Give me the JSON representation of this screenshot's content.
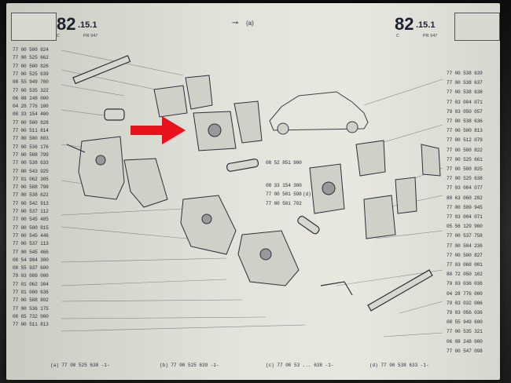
{
  "header": {
    "left_number": "82",
    "left_suffix": ".15.1",
    "left_sub1": "C",
    "left_sub2": "PR 947",
    "center_symbol": "(a)",
    "right_number": "82",
    "right_suffix": ".15.1",
    "right_sub1": "C",
    "right_sub2": "PR 947"
  },
  "left_parts": [
    "77 00 500 824",
    "77 00 525 662",
    "77 00 500 826",
    "77 00 525 639",
    "08 55 949 700",
    "77 00 535 322",
    "06 08 248 000",
    "04 28 776 100",
    "08 33 154 400",
    "77 00 500 828",
    "77 00 511 814",
    "77 00 500 803",
    "77 00 536 176",
    "77 00 508 799",
    "77 00 538 633",
    "77 00 543 925",
    "77 01 062 305",
    "77 00 508 798",
    "77 00 538 622",
    "77 00 542 913",
    "77 00 537 112",
    "77 00 545 485",
    "77 00 500 815",
    "77 00 545 446",
    "77 00 537 113",
    "77 00 545 466",
    "08 54 984 300",
    "08 55 937 600",
    "79 03 009 000",
    "77 01 062 304",
    "77 01 000 636",
    "77 00 508 802",
    "77 00 536 175",
    "08 65 732 000",
    "77 00 511 813"
  ],
  "center_parts": [
    "08 52 851 900",
    "08 33 154 300",
    "77 00 501 598",
    "(d)",
    "77 00 501 702"
  ],
  "right_parts": [
    "77 00 538 639",
    "77 00 538 637",
    "77 00 538 638",
    "77 03 004 071",
    "79 03 050 057",
    "77 00 538 636",
    "77 00 500 813",
    "77 00 512 079",
    "77 00 500 822",
    "77 00 525 661",
    "77 00 500 825",
    "77 00 525 638",
    "77 03 004 077",
    "80 63 060 202",
    "77 00 509 945",
    "77 03 004 071",
    "05 56 129 900",
    "77 00 537 758",
    "77 00 504 236",
    "77 00 500 827",
    "77 03 068 001",
    "80 72 050 162",
    "79 03 036 036",
    "04 28 776 000",
    "79 03 032 006",
    "79 03 056 036",
    "08 55 949 600",
    "77 00 535 321",
    "06 08 248 000",
    "77 00 547 098"
  ],
  "bottom_row": [
    "(a) 77 00 525 638 -1-",
    "(b) 77 00 525 639 -1-",
    "(c) 77 00 53 ... 638 -1-",
    "(d) 77 00 538 633 -1-"
  ],
  "colors": {
    "paper": "#e3e4dc",
    "ink": "#2b2f3a",
    "arrow": "#e8121a"
  }
}
